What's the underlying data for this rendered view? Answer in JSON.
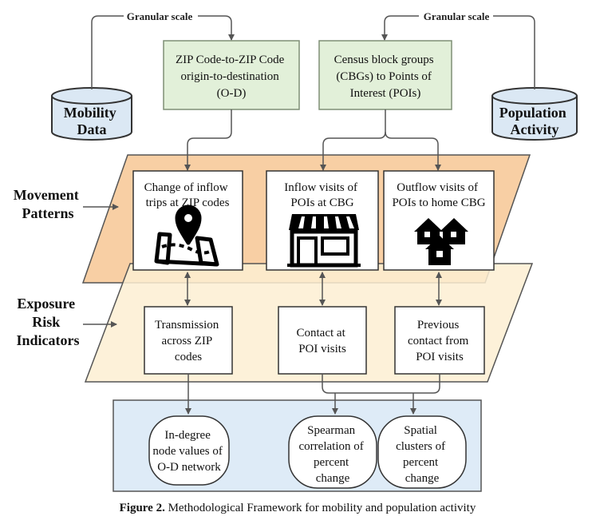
{
  "scale_left": "Granular scale",
  "scale_right": "Granular scale",
  "mobility_data": [
    "Mobility",
    "Data"
  ],
  "population_activity": [
    "Population",
    "Activity"
  ],
  "od_box": [
    "ZIP Code-to-ZIP Code",
    "origin-to-destination",
    "(O-D)"
  ],
  "cbg_box": [
    "Census block groups",
    "(CBGs) to Points of",
    "Interest (POIs)"
  ],
  "movement_label": [
    "Movement",
    "Patterns"
  ],
  "exposure_label": [
    "Exposure",
    "Risk",
    "Indicators"
  ],
  "movement_cards": [
    {
      "lines": [
        "Change of inflow",
        "trips at ZIP codes"
      ],
      "icon": "map-pin-icon"
    },
    {
      "lines": [
        "Inflow visits of",
        "POIs at CBG"
      ],
      "icon": "storefront-icon"
    },
    {
      "lines": [
        "Outflow visits of",
        "POIs to home CBG"
      ],
      "icon": "houses-icon"
    }
  ],
  "exposure_cards": [
    {
      "lines": [
        "Transmission",
        "across ZIP",
        "codes"
      ]
    },
    {
      "lines": [
        "Contact at",
        "POI visits"
      ]
    },
    {
      "lines": [
        "Previous",
        "contact from",
        "POI visits"
      ]
    }
  ],
  "output_pills": [
    {
      "lines": [
        "In-degree",
        "node values of",
        "O-D network"
      ]
    },
    {
      "lines": [
        "Spearman",
        "correlation of",
        "percent",
        "change"
      ]
    },
    {
      "lines": [
        "Spatial",
        "clusters of",
        "percent",
        "change"
      ]
    }
  ],
  "caption": {
    "label": "Figure 2.",
    "text": " Methodological Framework for mobility and population activity"
  },
  "colors": {
    "cylinder_fill": "#dbe8f4",
    "green_fill": "#e2f0d9",
    "green_stroke": "#7f8f76",
    "orange_band": "#f8cfa4",
    "yellow_band": "#fdefd2",
    "blue_panel": "#deebf7",
    "outline": "#555555"
  }
}
